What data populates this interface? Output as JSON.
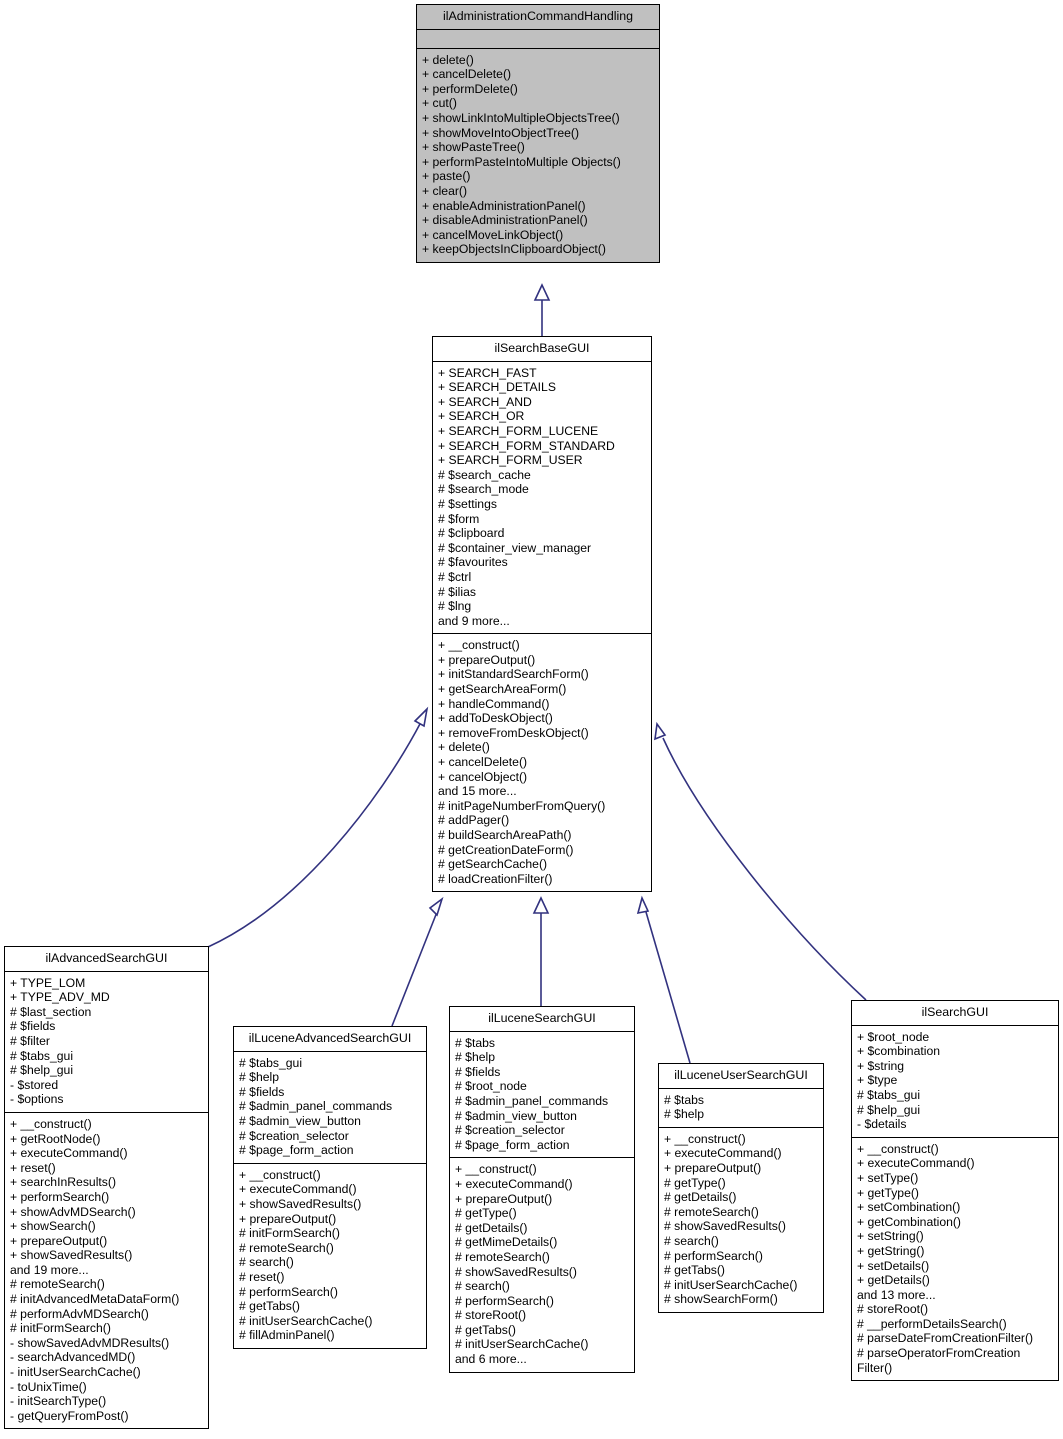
{
  "diagram": {
    "type": "uml-class-inheritance",
    "title": "ilAdministrationCommandHandling inheritance diagram",
    "colors": {
      "interface_fill": "#c0c0c0",
      "class_fill": "#ffffff",
      "border": "#000000",
      "edge": "#32327f",
      "text": "#000000"
    },
    "classes": [
      {
        "id": "ilAdministrationCommandHandling",
        "name": "ilAdministrationCommandHandling",
        "kind": "interface",
        "attributes": [],
        "operations": [
          "+ delete()",
          "+ cancelDelete()",
          "+ performDelete()",
          "+ cut()",
          "+ showLinkIntoMultipleObjectsTree()",
          "+ showMoveIntoObjectTree()",
          "+ showPasteTree()",
          "+ performPasteIntoMultiple Objects()",
          "+ paste()",
          "+ clear()",
          "+ enableAdministrationPanel()",
          "+ disableAdministrationPanel()",
          "+ cancelMoveLinkObject()",
          "+ keepObjectsInClipboardObject()"
        ]
      },
      {
        "id": "ilSearchBaseGUI",
        "name": "ilSearchBaseGUI",
        "kind": "class",
        "attributes": [
          "+ SEARCH_FAST",
          "+ SEARCH_DETAILS",
          "+ SEARCH_AND",
          "+ SEARCH_OR",
          "+ SEARCH_FORM_LUCENE",
          "+ SEARCH_FORM_STANDARD",
          "+ SEARCH_FORM_USER",
          "# $search_cache",
          "# $search_mode",
          "# $settings",
          "# $form",
          "# $clipboard",
          "# $container_view_manager",
          "# $favourites",
          "# $ctrl",
          "# $ilias",
          "# $lng",
          "and 9 more..."
        ],
        "operations": [
          "+ __construct()",
          "+ prepareOutput()",
          "+ initStandardSearchForm()",
          "+ getSearchAreaForm()",
          "+ handleCommand()",
          "+ addToDeskObject()",
          "+ removeFromDeskObject()",
          "+ delete()",
          "+ cancelDelete()",
          "+ cancelObject()",
          "and 15 more...",
          "# initPageNumberFromQuery()",
          "# addPager()",
          "# buildSearchAreaPath()",
          "# getCreationDateForm()",
          "# getSearchCache()",
          "# loadCreationFilter()"
        ]
      },
      {
        "id": "ilAdvancedSearchGUI",
        "name": "ilAdvancedSearchGUI",
        "kind": "class",
        "attributes": [
          "+ TYPE_LOM",
          "+ TYPE_ADV_MD",
          "# $last_section",
          "# $fields",
          "# $filter",
          "# $tabs_gui",
          "# $help_gui",
          "- $stored",
          "- $options"
        ],
        "operations": [
          "+ __construct()",
          "+ getRootNode()",
          "+ executeCommand()",
          "+ reset()",
          "+ searchInResults()",
          "+ performSearch()",
          "+ showAdvMDSearch()",
          "+ showSearch()",
          "+ prepareOutput()",
          "+ showSavedResults()",
          "and 19 more...",
          "# remoteSearch()",
          "# initAdvancedMetaDataForm()",
          "# performAdvMDSearch()",
          "# initFormSearch()",
          "- showSavedAdvMDResults()",
          "- searchAdvancedMD()",
          "- initUserSearchCache()",
          "- toUnixTime()",
          "- initSearchType()",
          "- getQueryFromPost()"
        ]
      },
      {
        "id": "ilLuceneAdvancedSearchGUI",
        "name": "ilLuceneAdvancedSearchGUI",
        "kind": "class",
        "attributes": [
          "# $tabs_gui",
          "# $help",
          "# $fields",
          "# $admin_panel_commands",
          "# $admin_view_button",
          "# $creation_selector",
          "# $page_form_action"
        ],
        "operations": [
          "+ __construct()",
          "+ executeCommand()",
          "+ showSavedResults()",
          "+ prepareOutput()",
          "# initFormSearch()",
          "# remoteSearch()",
          "# search()",
          "# reset()",
          "# performSearch()",
          "# getTabs()",
          "# initUserSearchCache()",
          "# fillAdminPanel()"
        ]
      },
      {
        "id": "ilLuceneSearchGUI",
        "name": "ilLuceneSearchGUI",
        "kind": "class",
        "attributes": [
          "# $tabs",
          "# $help",
          "# $fields",
          "# $root_node",
          "# $admin_panel_commands",
          "# $admin_view_button",
          "# $creation_selector",
          "# $page_form_action"
        ],
        "operations": [
          "+ __construct()",
          "+ executeCommand()",
          "+ prepareOutput()",
          "# getType()",
          "# getDetails()",
          "# getMimeDetails()",
          "# remoteSearch()",
          "# showSavedResults()",
          "# search()",
          "# performSearch()",
          "# storeRoot()",
          "# getTabs()",
          "# initUserSearchCache()",
          "and 6 more..."
        ]
      },
      {
        "id": "ilLuceneUserSearchGUI",
        "name": "ilLuceneUserSearchGUI",
        "kind": "class",
        "attributes": [
          "# $tabs",
          "# $help"
        ],
        "operations": [
          "+ __construct()",
          "+ executeCommand()",
          "+ prepareOutput()",
          "# getType()",
          "# getDetails()",
          "# remoteSearch()",
          "# showSavedResults()",
          "# search()",
          "# performSearch()",
          "# getTabs()",
          "# initUserSearchCache()",
          "# showSearchForm()"
        ]
      },
      {
        "id": "ilSearchGUI",
        "name": "ilSearchGUI",
        "kind": "class",
        "attributes": [
          "+ $root_node",
          "+ $combination",
          "+ $string",
          "+ $type",
          "# $tabs_gui",
          "# $help_gui",
          "- $details"
        ],
        "operations": [
          "+ __construct()",
          "+ executeCommand()",
          "+ setType()",
          "+ getType()",
          "+ setCombination()",
          "+ getCombination()",
          "+ setString()",
          "+ getString()",
          "+ setDetails()",
          "+ getDetails()",
          "and 13 more...",
          "# storeRoot()",
          "# __performDetailsSearch()",
          "# parseDateFromCreationFilter()",
          "# parseOperatorFromCreation Filter()"
        ]
      }
    ],
    "edges": [
      {
        "from": "ilSearchBaseGUI",
        "to": "ilAdministrationCommandHandling",
        "kind": "generalization"
      },
      {
        "from": "ilAdvancedSearchGUI",
        "to": "ilSearchBaseGUI",
        "kind": "generalization"
      },
      {
        "from": "ilLuceneAdvancedSearchGUI",
        "to": "ilSearchBaseGUI",
        "kind": "generalization"
      },
      {
        "from": "ilLuceneSearchGUI",
        "to": "ilSearchBaseGUI",
        "kind": "generalization"
      },
      {
        "from": "ilLuceneUserSearchGUI",
        "to": "ilSearchBaseGUI",
        "kind": "generalization"
      },
      {
        "from": "ilSearchGUI",
        "to": "ilSearchBaseGUI",
        "kind": "generalization"
      }
    ]
  }
}
